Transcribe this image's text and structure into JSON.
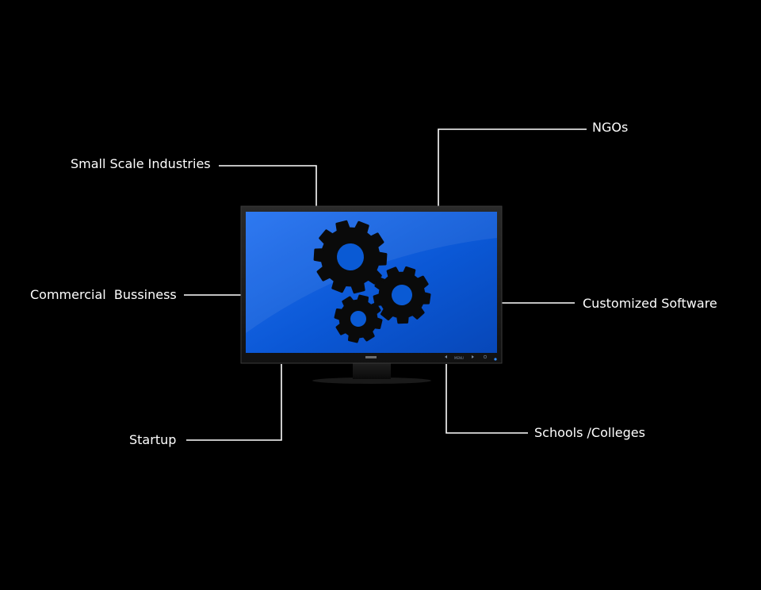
{
  "diagram": {
    "center": {
      "name": "monitor",
      "screen_icon": "gears-icon",
      "control_label": "MENU"
    },
    "labels": {
      "ngos": "NGOs",
      "small_scale_industries": "Small Scale Industries",
      "commercial_business": "Commercial  Bussiness",
      "customized_software": "Customized Software",
      "schools_colleges": "Schools /Colleges",
      "startup": "Startup"
    }
  },
  "colors": {
    "background": "#000000",
    "text": "#ffffff",
    "connector": "#ffffff",
    "screen": "#0a5ad4",
    "gear": "#0a0a0a"
  }
}
